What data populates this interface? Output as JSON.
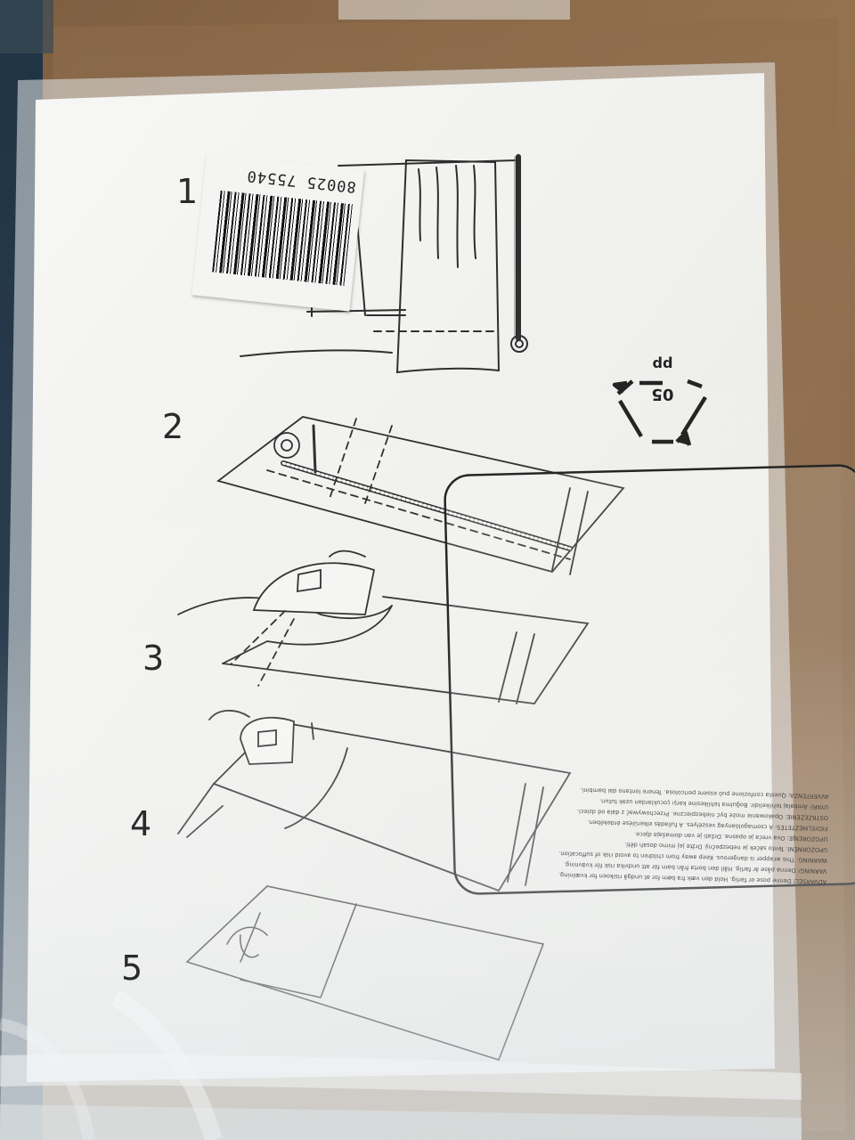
{
  "photo": {
    "subject": "IKEA curtain hemming instructions sheet inside a plastic bag",
    "steps": [
      {
        "number": "1",
        "label_key": "step-1"
      },
      {
        "number": "2",
        "label_key": "step-2"
      },
      {
        "number": "3",
        "label_key": "step-3"
      },
      {
        "number": "4",
        "label_key": "step-4"
      },
      {
        "number": "5",
        "label_key": "step-5"
      }
    ],
    "barcode": {
      "digits": "80025 75540"
    },
    "recycling": {
      "code": "05",
      "material": "pp"
    },
    "warning_lines": [
      "ADVARSEL! Denne pose er farlig. Hold den væk fra børn for at undgå risikoen for kvælning.",
      "VARNING! Denna påse är farlig. Håll den borta från barn för att undvika risk för kvävning.",
      "WARNING: This wrapper is dangerous. Keep away from children to avoid risk of suffocation.",
      "UPOZORNĚNÍ: Tento sáček je nebezpečný. Držte jej mimo dosah dětí.",
      "UPOZORENJE: Ova vreća je opasna. Držati je van domašaja djece.",
      "FIGYELMEZTETÉS: A csomagolóanyag veszélyes. A fulladás elkerülése érdekében.",
      "OSTRZEŻENIE: Opakowanie może być niebezpieczne. Przechowywać z dala od dzieci.",
      "UYARI: Ambalaj tehlikelidir. Boğulma tehlikesine karşı çocuklardan uzak tutun.",
      "AVVERTENZA: Questa confezione può essere pericolosa. Tenere lontano dai bambini."
    ],
    "colors": {
      "cardboard": "#8a6a4a",
      "paper": "#f5f5f3",
      "ink": "#2a2a2a",
      "plastic": "#e8ecee"
    }
  }
}
